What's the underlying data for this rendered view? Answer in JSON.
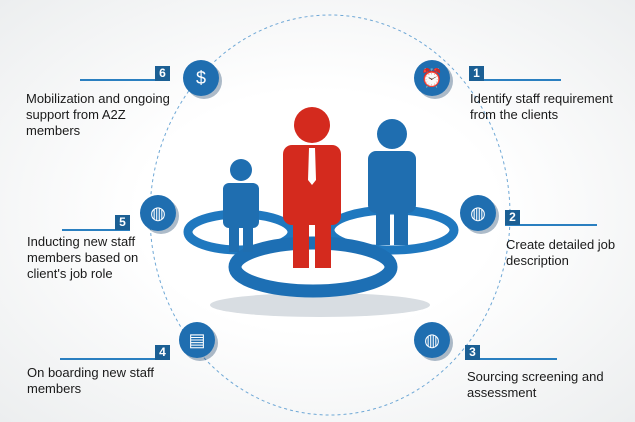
{
  "steps": [
    {
      "number": "1",
      "icon": "alarm-clock-icon",
      "text": [
        "Identify staff requirement",
        "from the clients"
      ]
    },
    {
      "number": "2",
      "icon": "globe-icon",
      "text": [
        "Create detailed job",
        "description"
      ]
    },
    {
      "number": "3",
      "icon": "globe-icon",
      "text": [
        "Sourcing screening and",
        "assessment"
      ]
    },
    {
      "number": "4",
      "icon": "certificate-icon",
      "text": [
        "On boarding new staff",
        "members"
      ]
    },
    {
      "number": "5",
      "icon": "globe-icon",
      "text": [
        "Inducting new staff",
        "members based on",
        "client's job role"
      ]
    },
    {
      "number": "6",
      "icon": "money-icon",
      "text": [
        "Mobilization and ongoing",
        "support from A2Z",
        "members"
      ]
    }
  ],
  "colors": {
    "blue": "#1f6eb0",
    "red": "#d42a1e",
    "badge": "#1b5f94"
  }
}
